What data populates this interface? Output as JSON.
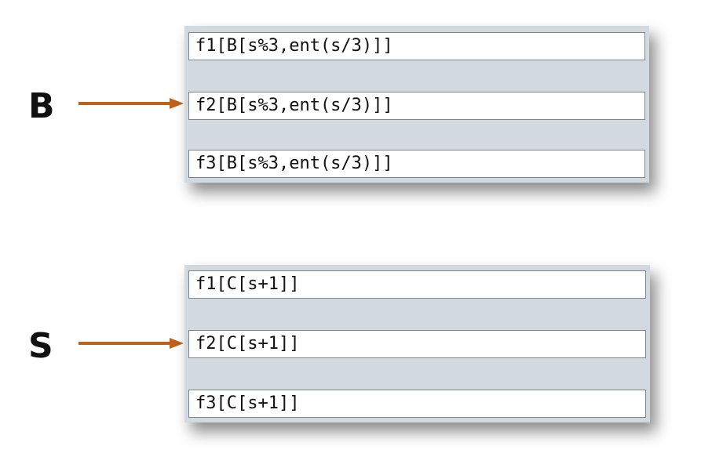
{
  "groups": [
    {
      "label": "B",
      "fields": [
        {
          "value": "f1[B[s%3,ent(s/3)]]"
        },
        {
          "value": "f2[B[s%3,ent(s/3)]]"
        },
        {
          "value": "f3[B[s%3,ent(s/3)]]"
        }
      ],
      "arrow_target_index": 1
    },
    {
      "label": "S",
      "fields": [
        {
          "value": "f1[C[s+1]]"
        },
        {
          "value": "f2[C[s+1]]"
        },
        {
          "value": "f3[C[s+1]]"
        }
      ],
      "arrow_target_index": 1
    }
  ],
  "colors": {
    "arrow": "#c0601a",
    "panel_bg": "#d2d9df",
    "field_border": "#7a8590"
  }
}
